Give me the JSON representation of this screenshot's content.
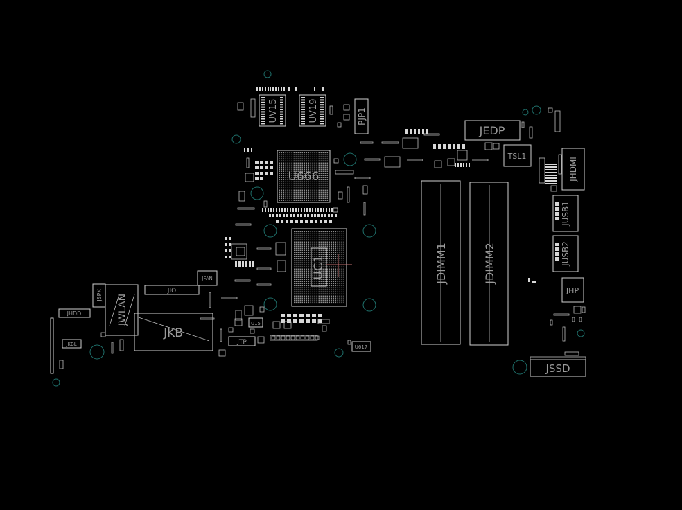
{
  "colors": {
    "background": "#000000",
    "outline": "#cfcfcf",
    "label": "#9a9a9a",
    "hole": "#1e6f6a",
    "cursor": "#c07070"
  },
  "components": {
    "uv15": "UV15",
    "uv19": "UV19",
    "pjp1": "PJP1",
    "u666": "U666",
    "uc1": "UC1",
    "jedp": "JEDP",
    "tsl1": "TSL1",
    "jhdmi": "JHDMI",
    "jusb1": "JUSB1",
    "jusb2": "JUSB2",
    "jdimm1": "JDIMM1",
    "jdimm2": "JDIMM2",
    "jhp": "JHP",
    "jssd": "JSSD",
    "jfan": "JFAN",
    "jio": "JIO",
    "jspk": "JSPK",
    "jwlan": "JWLAN",
    "jhdd": "JHDD",
    "jkb": "JKB",
    "jkbl": "JKBL",
    "jtp": "JTP",
    "u15": "U15",
    "u617": "U617"
  }
}
